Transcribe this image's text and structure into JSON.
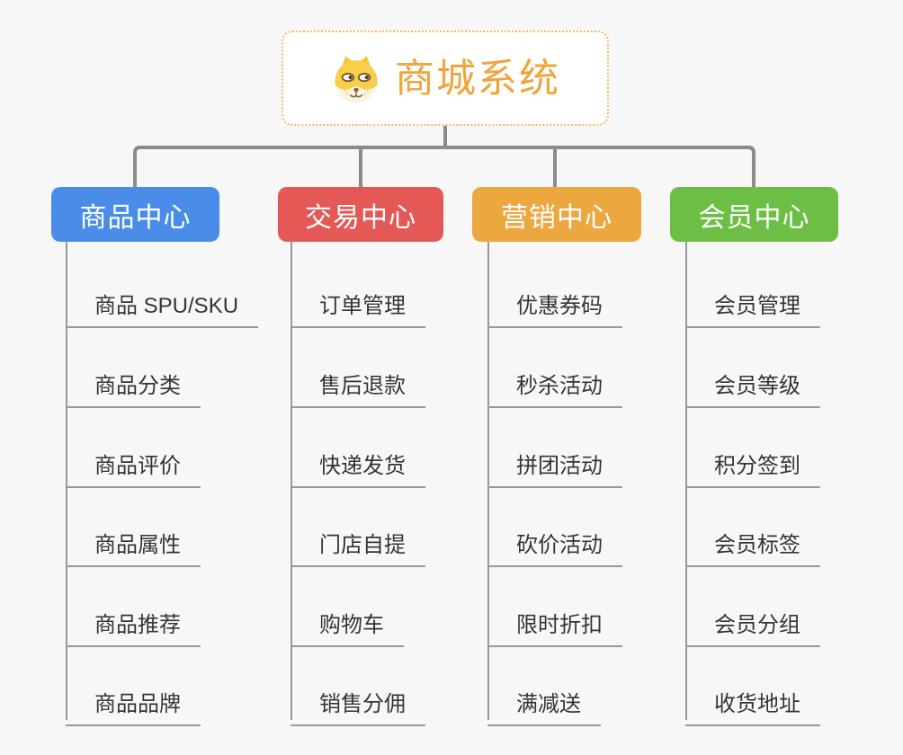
{
  "root": {
    "title": "商城系统",
    "icon": "shiba-dog-icon",
    "title_color": "#F0A43C"
  },
  "branches": [
    {
      "id": "product-center",
      "label": "商品中心",
      "color": "#4A8DE8",
      "children": [
        "商品 SPU/SKU",
        "商品分类",
        "商品评价",
        "商品属性",
        "商品推荐",
        "商品品牌"
      ]
    },
    {
      "id": "trade-center",
      "label": "交易中心",
      "color": "#E45855",
      "children": [
        "订单管理",
        "售后退款",
        "快递发货",
        "门店自提",
        "购物车",
        "销售分佣"
      ]
    },
    {
      "id": "marketing-center",
      "label": "营销中心",
      "color": "#ECA73F",
      "children": [
        "优惠券码",
        "秒杀活动",
        "拼团活动",
        "砍价活动",
        "限时折扣",
        "满减送"
      ]
    },
    {
      "id": "member-center",
      "label": "会员中心",
      "color": "#6CBE44",
      "children": [
        "会员管理",
        "会员等级",
        "积分签到",
        "会员标签",
        "会员分组",
        "收货地址"
      ]
    }
  ],
  "colors": {
    "background": "#F7F7F8",
    "connector": "#8B8B8B",
    "leaf_line": "#999999",
    "leaf_text": "#333333",
    "root_border": "#EFB860"
  }
}
